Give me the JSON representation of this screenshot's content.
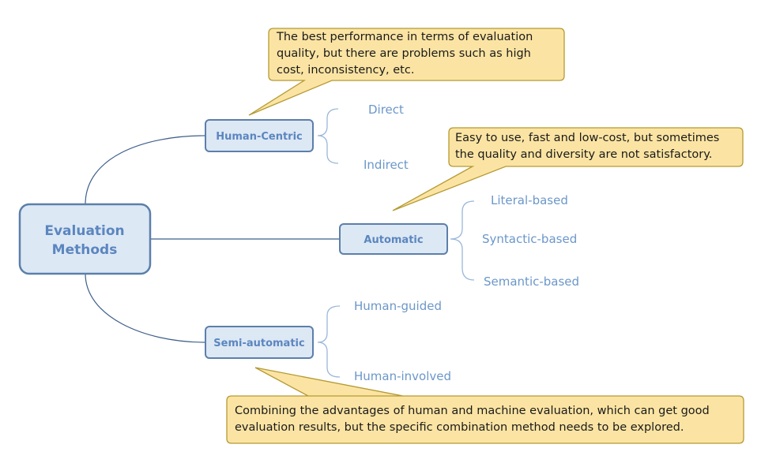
{
  "root": {
    "label_line1": "Evaluation",
    "label_line2": "Methods"
  },
  "categories": [
    {
      "label": "Human-Centric",
      "leaves": [
        "Direct",
        "Indirect"
      ]
    },
    {
      "label": "Automatic",
      "leaves": [
        "Literal-based",
        "Syntactic-based",
        "Semantic-based"
      ]
    },
    {
      "label": "Semi-automatic",
      "leaves": [
        "Human-guided",
        "Human-involved"
      ]
    }
  ],
  "callouts": [
    {
      "lines": [
        "The best performance in terms of evaluation",
        "quality, but there are problems such as high",
        "cost, inconsistency, etc."
      ]
    },
    {
      "lines": [
        "Easy to use, fast and low-cost, but sometimes",
        "the quality and diversity are not satisfactory."
      ]
    },
    {
      "lines": [
        "Combining the advantages of human and machine evaluation, which can get good",
        "evaluation results, but the specific combination method needs to be explored."
      ]
    }
  ],
  "colors": {
    "box_fill": "#dde8f5",
    "box_border": "#5b7faa",
    "label_text": "#5b86bf",
    "leaf_text": "#6b97c9",
    "callout_fill": "#fbe4a3",
    "callout_border": "#b59a33"
  }
}
